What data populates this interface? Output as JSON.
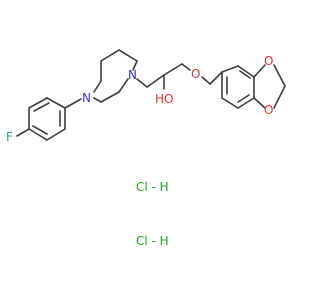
{
  "molecule": {
    "atoms": {
      "fluorine": "F",
      "piperazine_n_left": "N",
      "piperazine_n_right": "N",
      "hydroxyl": "HO",
      "ether_o": "O",
      "dioxole_o_top": "O",
      "dioxole_o_bottom": "O"
    },
    "salts": [
      "Cl - H",
      "Cl - H"
    ]
  },
  "colors": {
    "bond": "#3c3c3c",
    "nitrogen": "#3030e8",
    "oxygen": "#e83030",
    "fluorine": "#2a9a9a",
    "chlorine": "#23a023"
  }
}
